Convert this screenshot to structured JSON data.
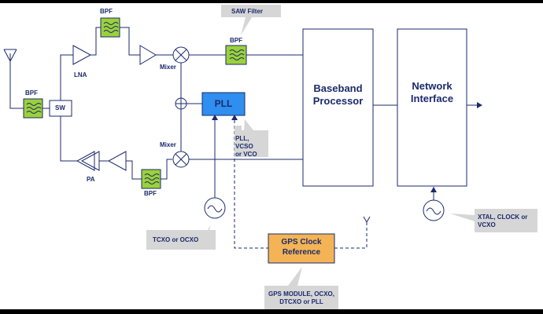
{
  "labels": {
    "bpf_top": "BPF",
    "saw_filter": "SAW Filter",
    "bpf_saw": "BPF",
    "bpf_ant": "BPF",
    "sw": "SW",
    "lna": "LNA",
    "mixer_top": "Mixer",
    "mixer_bottom": "Mixer",
    "pll": "PLL",
    "pll_note_1": "PLL, VCSO",
    "pll_note_2": "or VCO",
    "pa": "PA",
    "bpf_bottom": "BPF",
    "baseband_1": "Baseband",
    "baseband_2": "Processor",
    "network_1": "Network",
    "network_2": "Interface",
    "tcxo_note": "TCXO or OCXO",
    "gps_1": "GPS Clock",
    "gps_2": "Reference",
    "gps_note_1": "GPS MODULE, OCXO,",
    "gps_note_2": "DTCXO or PLL",
    "xtal_note_1": "XTAL, CLOCK or",
    "xtal_note_2": "VCXO"
  },
  "colors": {
    "background": "#000000",
    "canvas": "#ffffff",
    "line": "#1b2a6b",
    "filter_fill": "#9bd13a",
    "pll_fill": "#2e8ff0",
    "gps_fill": "#f4b455",
    "callout_fill": "#d6d6d6",
    "oscillator_fill": "#ffffff"
  }
}
